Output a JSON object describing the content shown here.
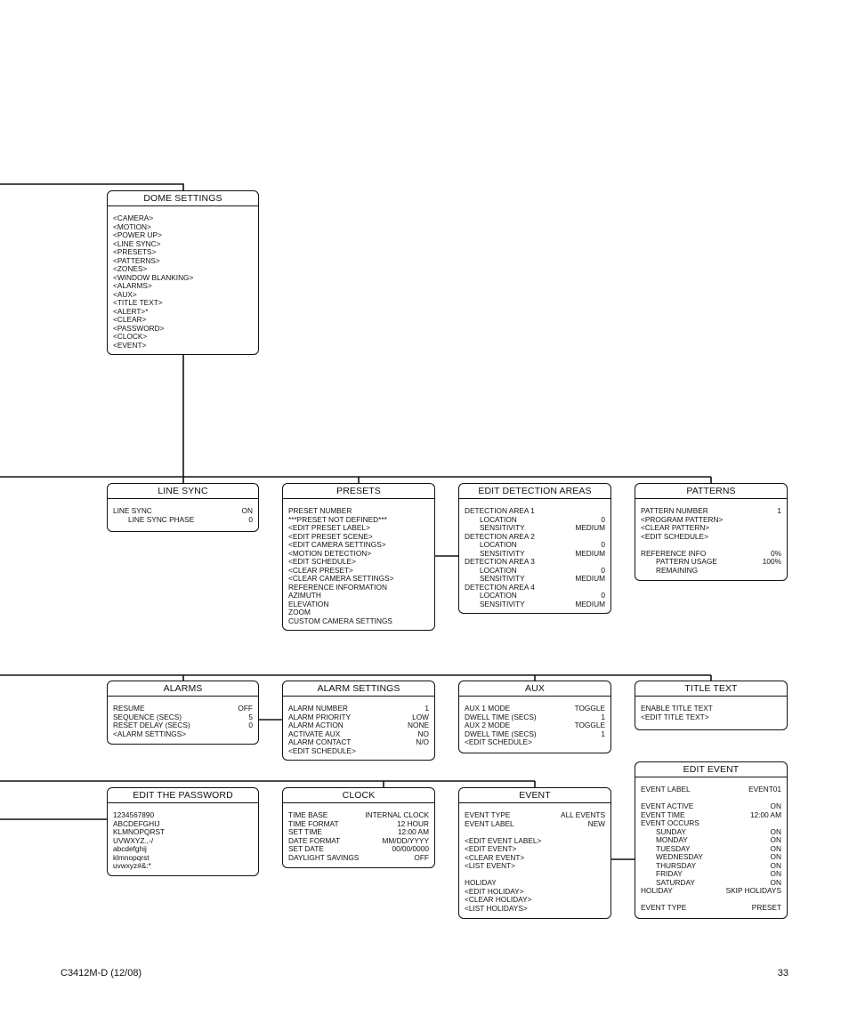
{
  "footer": {
    "doc_id": "C3412M-D (12/08)",
    "page": "33"
  },
  "boxes": [
    {
      "title": "DOME SETTINGS",
      "rows": [
        {
          "l": "<CAMERA>"
        },
        {
          "l": "<MOTION>"
        },
        {
          "l": "<POWER UP>"
        },
        {
          "l": "<LINE SYNC>"
        },
        {
          "l": "<PRESETS>"
        },
        {
          "l": "<PATTERNS>"
        },
        {
          "l": "<ZONES>"
        },
        {
          "l": "<WINDOW BLANKING>"
        },
        {
          "l": "<ALARMS>"
        },
        {
          "l": "<AUX>"
        },
        {
          "l": "<TITLE TEXT>"
        },
        {
          "l": "<ALERT>*"
        },
        {
          "l": "<CLEAR>"
        },
        {
          "l": "<PASSWORD>"
        },
        {
          "l": "<CLOCK>"
        },
        {
          "l": "<EVENT>"
        }
      ]
    },
    {
      "title": "LINE SYNC",
      "rows": [
        {
          "l": "LINE SYNC",
          "r": "ON"
        },
        {
          "l": "LINE SYNC PHASE",
          "r": "0",
          "i": 1
        }
      ]
    },
    {
      "title": "PRESETS",
      "rows": [
        {
          "l": "PRESET NUMBER"
        },
        {
          "l": "***PRESET NOT DEFINED***"
        },
        {
          "l": "<EDIT PRESET LABEL>"
        },
        {
          "l": "<EDIT PRESET SCENE>"
        },
        {
          "l": "<EDIT CAMERA SETTINGS>"
        },
        {
          "l": "<MOTION DETECTION>"
        },
        {
          "l": "<EDIT SCHEDULE>"
        },
        {
          "l": "<CLEAR PRESET>"
        },
        {
          "l": "<CLEAR CAMERA SETTINGS>"
        },
        {
          "l": "REFERENCE INFORMATION"
        },
        {
          "l": "AZIMUTH"
        },
        {
          "l": "ELEVATION"
        },
        {
          "l": "ZOOM"
        },
        {
          "l": "CUSTOM CAMERA SETTINGS"
        }
      ]
    },
    {
      "title": "EDIT DETECTION AREAS",
      "rows": [
        {
          "l": "DETECTION AREA 1"
        },
        {
          "l": "LOCATION",
          "r": "0",
          "i": 1
        },
        {
          "l": "SENSITIVITY",
          "r": "MEDIUM",
          "i": 1
        },
        {
          "l": "DETECTION AREA 2"
        },
        {
          "l": "LOCATION",
          "r": "0",
          "i": 1
        },
        {
          "l": "SENSITIVITY",
          "r": "MEDIUM",
          "i": 1
        },
        {
          "l": "DETECTION AREA 3"
        },
        {
          "l": "LOCATION",
          "r": "0",
          "i": 1
        },
        {
          "l": "SENSITIVITY",
          "r": "MEDIUM",
          "i": 1
        },
        {
          "l": "DETECTION AREA 4"
        },
        {
          "l": "LOCATION",
          "r": "0",
          "i": 1
        },
        {
          "l": "SENSITIVITY",
          "r": "MEDIUM",
          "i": 1
        }
      ]
    },
    {
      "title": "PATTERNS",
      "rows": [
        {
          "l": "PATTERN NUMBER",
          "r": "1"
        },
        {
          "l": "<PROGRAM PATTERN>"
        },
        {
          "l": "<CLEAR PATTERN>"
        },
        {
          "l": "<EDIT SCHEDULE>"
        },
        {
          "g": 1
        },
        {
          "l": "REFERENCE INFO",
          "r": "0%"
        },
        {
          "l": "PATTERN USAGE",
          "r": "100%",
          "i": 1
        },
        {
          "l": "REMAINING",
          "i": 1
        }
      ]
    },
    {
      "title": "ALARMS",
      "rows": [
        {
          "l": "RESUME",
          "r": "OFF"
        },
        {
          "l": "SEQUENCE (SECS)",
          "r": "5"
        },
        {
          "l": "RESET DELAY (SECS)",
          "r": "0"
        },
        {
          "l": "<ALARM SETTINGS>"
        }
      ]
    },
    {
      "title": "ALARM SETTINGS",
      "rows": [
        {
          "l": "ALARM NUMBER",
          "r": "1"
        },
        {
          "l": "ALARM PRIORITY",
          "r": "LOW"
        },
        {
          "l": "ALARM ACTION",
          "r": "NONE"
        },
        {
          "l": "ACTIVATE AUX",
          "r": "NO"
        },
        {
          "l": "ALARM CONTACT",
          "r": "N/O"
        },
        {
          "l": "<EDIT SCHEDULE>"
        }
      ]
    },
    {
      "title": "AUX",
      "rows": [
        {
          "l": "AUX 1 MODE",
          "r": "TOGGLE"
        },
        {
          "l": "DWELL TIME (SECS)",
          "r": "1"
        },
        {
          "l": "AUX 2 MODE",
          "r": "TOGGLE"
        },
        {
          "l": "DWELL TIME (SECS)",
          "r": "1"
        },
        {
          "l": "<EDIT SCHEDULE>"
        }
      ]
    },
    {
      "title": "TITLE TEXT",
      "rows": [
        {
          "l": "ENABLE TITLE TEXT"
        },
        {
          "l": "<EDIT TITLE TEXT>"
        }
      ]
    },
    {
      "title": "EDIT THE PASSWORD",
      "rows": [
        {
          "l": "1234567890"
        },
        {
          "l": "ABCDEFGHIJ"
        },
        {
          "l": "KLMNOPQRST"
        },
        {
          "l": "UVWXYZ.,-/"
        },
        {
          "l": "abcdefghij"
        },
        {
          "l": "klmnopqrst"
        },
        {
          "l": "uvwxyz#&:*"
        }
      ]
    },
    {
      "title": "CLOCK",
      "rows": [
        {
          "l": "TIME BASE",
          "r": "INTERNAL CLOCK"
        },
        {
          "l": "TIME FORMAT",
          "r": "12 HOUR"
        },
        {
          "l": "SET TIME",
          "r": "12:00 AM"
        },
        {
          "l": "DATE FORMAT",
          "r": "MM/DD/YYYY"
        },
        {
          "l": "SET DATE",
          "r": "00/00/0000"
        },
        {
          "l": "DAYLIGHT SAVINGS",
          "r": "OFF"
        }
      ]
    },
    {
      "title": "EVENT",
      "rows": [
        {
          "l": "EVENT TYPE",
          "r": "ALL EVENTS"
        },
        {
          "l": "EVENT LABEL",
          "r": "NEW"
        },
        {
          "g": 1
        },
        {
          "l": "<EDIT EVENT LABEL>"
        },
        {
          "l": "<EDIT EVENT>"
        },
        {
          "l": "<CLEAR EVENT>"
        },
        {
          "l": "<LIST EVENT>"
        },
        {
          "g": 1
        },
        {
          "l": "HOLIDAY"
        },
        {
          "l": "<EDIT HOLIDAY>"
        },
        {
          "l": "<CLEAR HOLIDAY>"
        },
        {
          "l": "<LIST HOLIDAYS>"
        }
      ]
    },
    {
      "title": "EDIT EVENT",
      "rows": [
        {
          "l": "EVENT LABEL",
          "r": "EVENT01"
        },
        {
          "g": 1
        },
        {
          "l": "EVENT ACTIVE",
          "r": "ON"
        },
        {
          "l": "EVENT TIME",
          "r": "12:00 AM"
        },
        {
          "l": "EVENT OCCURS"
        },
        {
          "l": "SUNDAY",
          "r": "ON",
          "i": 1
        },
        {
          "l": "MONDAY",
          "r": "ON",
          "i": 1
        },
        {
          "l": "TUESDAY",
          "r": "ON",
          "i": 1
        },
        {
          "l": "WEDNESDAY",
          "r": "ON",
          "i": 1
        },
        {
          "l": "THURSDAY",
          "r": "ON",
          "i": 1
        },
        {
          "l": "FRIDAY",
          "r": "ON",
          "i": 1
        },
        {
          "l": "SATURDAY",
          "r": "ON",
          "i": 1
        },
        {
          "l": "HOLIDAY",
          "r": "SKIP HOLIDAYS"
        },
        {
          "g": 1
        },
        {
          "l": "EVENT TYPE",
          "r": "PRESET"
        }
      ]
    }
  ]
}
